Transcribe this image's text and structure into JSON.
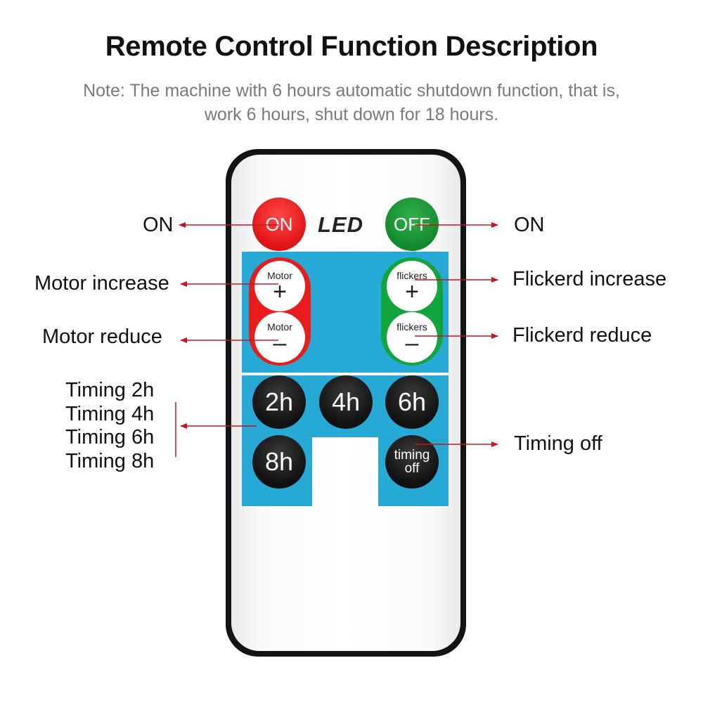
{
  "header": {
    "title": "Remote Control Function Description",
    "note_line1": "Note: The machine with 6 hours automatic shutdown function, that is,",
    "note_line2": "work 6 hours, shut down for 18 hours."
  },
  "annotations": {
    "on_left": "ON",
    "on_right": "ON",
    "motor_increase": "Motor increase",
    "motor_reduce": "Motor reduce",
    "flickerd_increase": "Flickerd increase",
    "flickerd_reduce": "Flickerd reduce",
    "timing_2h": "Timing 2h",
    "timing_4h": "Timing 4h",
    "timing_6h": "Timing 6h",
    "timing_8h": "Timing 8h",
    "timing_off": "Timing off"
  },
  "remote": {
    "on_button": "ON",
    "led_label": "LED",
    "off_button": "OFF",
    "motor_plus_label": "Motor",
    "motor_plus_symbol": "+",
    "motor_minus_label": "Motor",
    "motor_minus_symbol": "–",
    "flickers_plus_label": "flickers",
    "flickers_plus_symbol": "+",
    "flickers_minus_label": "flickers",
    "flickers_minus_symbol": "–",
    "btn_2h": "2h",
    "btn_4h": "4h",
    "btn_6h": "6h",
    "btn_8h": "8h",
    "timing_off_line1": "timing",
    "timing_off_line2": "off"
  },
  "colors": {
    "arrow": "#c8141e",
    "membrane": "#27a9d6",
    "on_red": "#e01313",
    "off_green": "#128a2c"
  }
}
